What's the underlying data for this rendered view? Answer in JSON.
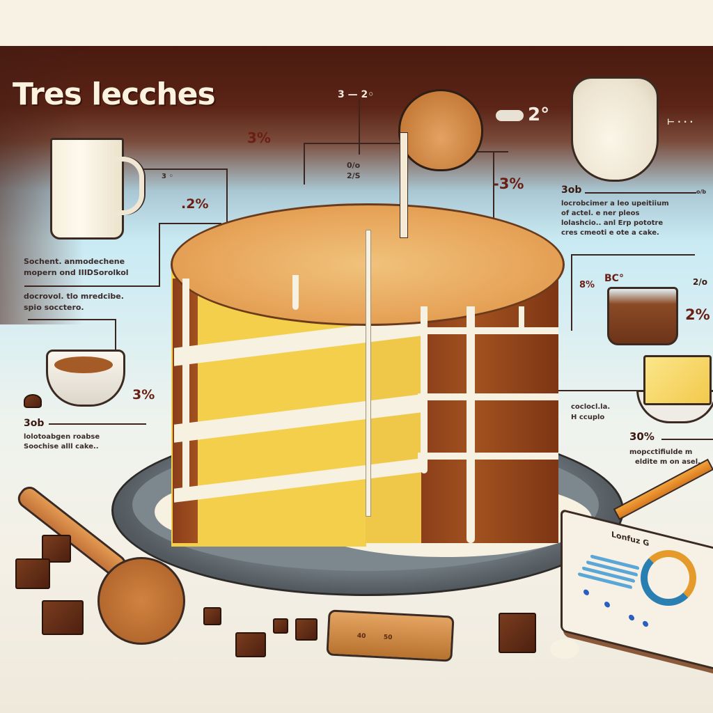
{
  "title": "Tres lecches",
  "labels": {
    "top_left_pct": "3%",
    "mug_dots": "3 ◦",
    "mug_pct": ".2%",
    "pitcher_top": "3 — 2◦",
    "pitcher_center": [
      "0/o",
      "2/S"
    ],
    "pitcher_right_pct": "-3%",
    "pitcher_arrow_pct": "2°",
    "jar_scale": "⊢ · · ·",
    "right_top_heading": "3ob",
    "right_top_heading_suffix": "o/b",
    "right_top_body": [
      "locrobcimer a leo upeitiium",
      "of actel. e ner pleos",
      "lolashcio.. anl Erp pototre",
      "cres cmeoti e ote a cake."
    ],
    "cup_left_pct": "8%",
    "cup_top_label": "BC°",
    "cup_right_small": "2/o",
    "cup_pct": "2%",
    "left_body_1": [
      "Sochent. anmodechene",
      "mopern ond IIIDSorolkol"
    ],
    "left_body_2": [
      "docrovol. tlo mredcibe.",
      "spio socctero."
    ],
    "bowl_pct": "3%",
    "bottom_left_heading": "3ob",
    "bottom_left_body": [
      "lolotoabgen roabse",
      "Soochise alll cake.."
    ],
    "right_mid_body": [
      "coclocl.la.",
      "H ccuplo"
    ],
    "right_bottom_pct": "30%",
    "right_bottom_body": [
      "mopcctifiulde m",
      "eldite m on asel."
    ],
    "clipboard_title": "Lonfuz G",
    "ruler_marks": [
      "40",
      "50"
    ]
  },
  "colors": {
    "title_text": "#fbf3df",
    "label_brown": "#6b1f14",
    "panel_dark": "#4a1a10",
    "panel_light": "#c9eaf3",
    "sponge": "#f4cf4c",
    "crust": "#8a3d1a",
    "cream": "#f7f1e2",
    "plate": "#6e767d"
  },
  "icons": [
    "milk-mug-icon",
    "pitcher-icon",
    "milk-jar-icon",
    "caramel-bowl-icon",
    "coffee-cup-icon",
    "sponge-cube-icon",
    "wooden-spoon-icon",
    "chocolate-chunk-icon",
    "ruler-icon",
    "pencil-icon",
    "clipboard-chart-icon"
  ]
}
